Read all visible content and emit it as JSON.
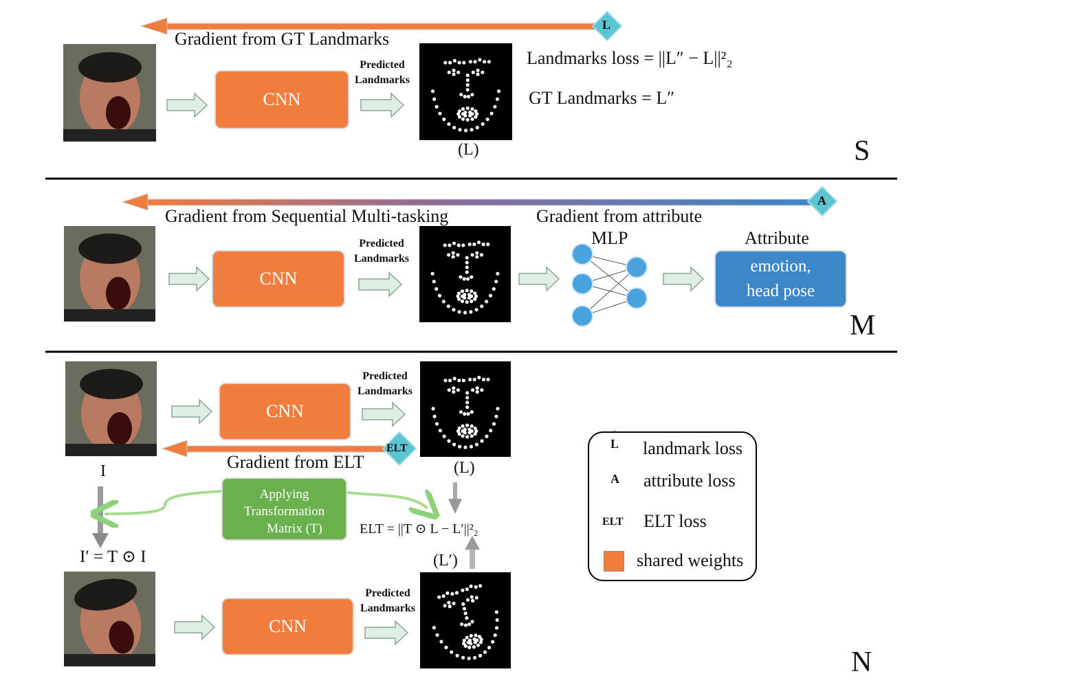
{
  "sections": {
    "S": {
      "gradient_label": "Gradient from GT Landmarks",
      "loss_badge": "L",
      "cnn_label": "CNN",
      "predicted_label": [
        "Predicted",
        "Landmarks"
      ],
      "landmark_caption": "(L)",
      "equation_loss": "Landmarks loss = ||L″ − L||²₂",
      "equation_gt": "GT Landmarks = L″",
      "section_letter": "S"
    },
    "M": {
      "gradient_label_left": "Gradient from Sequential Multi-tasking",
      "gradient_label_right": "Gradient from attribute",
      "loss_badge": "A",
      "cnn_label": "CNN",
      "predicted_label": [
        "Predicted",
        "Landmarks"
      ],
      "mlp_label": "MLP",
      "attribute_title": "Attribute",
      "attribute_box": [
        "emotion,",
        "head pose"
      ],
      "section_letter": "M"
    },
    "N": {
      "cnn_label_top": "CNN",
      "predicted_label_top": [
        "Predicted",
        "Landmarks"
      ],
      "loss_badge": "ELT",
      "gradient_label": "Gradient from ELT",
      "image_label": "I",
      "landmark_caption_top": "(L)",
      "transform_box": [
        "Applying",
        "Transformation",
        "Matrix (T)"
      ],
      "equation_elt": "ELT = ||T ⊙ L − L′||²₂",
      "transformed_image_label": "I′ = T ⊙ I",
      "landmark_caption_bottom": "(L′)",
      "cnn_label_bottom": "CNN",
      "predicted_label_bottom": [
        "Predicted",
        "Landmarks"
      ],
      "section_letter": "N"
    }
  },
  "legend": {
    "items": [
      {
        "badge": "L",
        "label": "landmark loss"
      },
      {
        "badge": "A",
        "label": "attribute loss"
      },
      {
        "badge": "ELT",
        "label": "ELT loss"
      },
      {
        "badge": "",
        "label": "shared weights"
      }
    ]
  },
  "colors": {
    "cnn_orange": "#f07c3d",
    "attribute_blue": "#3d87c9",
    "transform_green": "#6ab04c",
    "badge_cyan": "#5bc4d1",
    "arrow_light_green": "#dfeee3",
    "mlp_node_blue": "#4aa3df"
  }
}
